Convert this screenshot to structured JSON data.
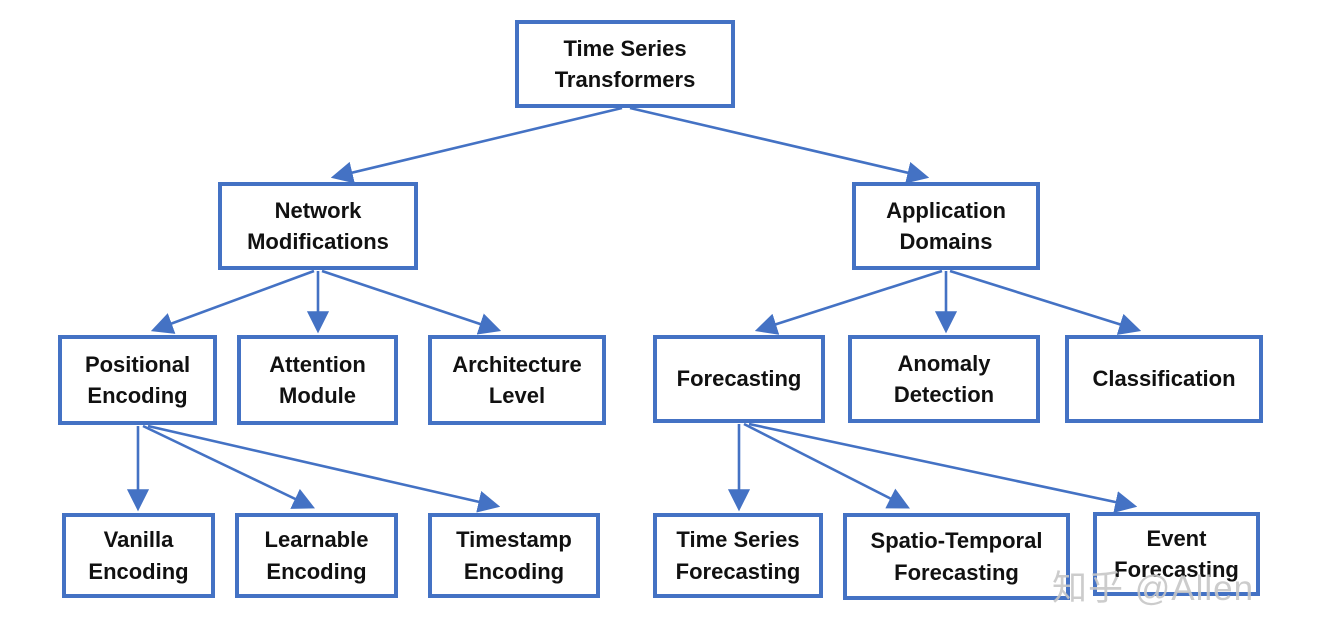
{
  "diagram": {
    "title": "Time Series Transformers taxonomy",
    "accent_color": "#4472C4",
    "text_color": "#111111",
    "nodes": [
      {
        "id": "time-series-transformers",
        "label": "Time Series\nTransformers"
      },
      {
        "id": "network-modifications",
        "label": "Network\nModifications"
      },
      {
        "id": "application-domains",
        "label": "Application\nDomains"
      },
      {
        "id": "positional-encoding",
        "label": "Positional\nEncoding"
      },
      {
        "id": "attention-module",
        "label": "Attention\nModule"
      },
      {
        "id": "architecture-level",
        "label": "Architecture\nLevel"
      },
      {
        "id": "forecasting",
        "label": "Forecasting"
      },
      {
        "id": "anomaly-detection",
        "label": "Anomaly\nDetection"
      },
      {
        "id": "classification",
        "label": "Classification"
      },
      {
        "id": "vanilla-encoding",
        "label": "Vanilla\nEncoding"
      },
      {
        "id": "learnable-encoding",
        "label": "Learnable\nEncoding"
      },
      {
        "id": "timestamp-encoding",
        "label": "Timestamp\nEncoding"
      },
      {
        "id": "time-series-forecasting",
        "label": "Time Series\nForecasting"
      },
      {
        "id": "spatio-temporal-forecasting",
        "label": "Spatio-Temporal\nForecasting"
      },
      {
        "id": "event-forecasting",
        "label": "Event\nForecasting"
      }
    ],
    "edges": [
      [
        "time-series-transformers",
        "network-modifications"
      ],
      [
        "time-series-transformers",
        "application-domains"
      ],
      [
        "network-modifications",
        "positional-encoding"
      ],
      [
        "network-modifications",
        "attention-module"
      ],
      [
        "network-modifications",
        "architecture-level"
      ],
      [
        "application-domains",
        "forecasting"
      ],
      [
        "application-domains",
        "anomaly-detection"
      ],
      [
        "application-domains",
        "classification"
      ],
      [
        "positional-encoding",
        "vanilla-encoding"
      ],
      [
        "positional-encoding",
        "learnable-encoding"
      ],
      [
        "positional-encoding",
        "timestamp-encoding"
      ],
      [
        "forecasting",
        "time-series-forecasting"
      ],
      [
        "forecasting",
        "spatio-temporal-forecasting"
      ],
      [
        "forecasting",
        "event-forecasting"
      ]
    ]
  },
  "watermark": {
    "text": "知乎 @Allen",
    "color": "#c7c7c7"
  }
}
